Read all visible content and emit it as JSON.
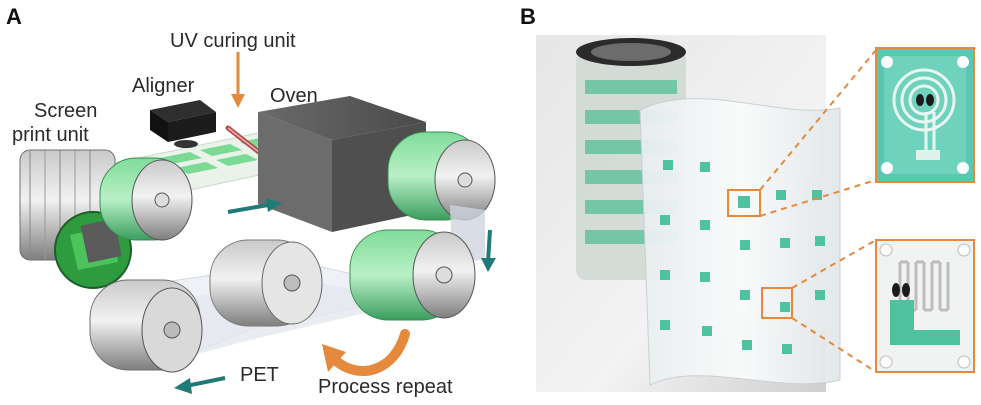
{
  "panels": {
    "a": {
      "letter": "A",
      "labels": {
        "uv_curing": "UV curing unit",
        "aligner": "Aligner",
        "oven": "Oven",
        "screen_print_line1": "Screen",
        "screen_print_line2": "print unit",
        "pet": "PET",
        "process_repeat": "Process repeat"
      }
    },
    "b": {
      "letter": "B"
    }
  },
  "colors": {
    "accent_orange": "#e58a3c",
    "arrow_teal": "#1f7a78",
    "print_green": "#3fbf7a",
    "sensor_green": "#46b99a",
    "roller_gray": "#8d8d8d",
    "oven_gray": "#5a5a5a"
  }
}
